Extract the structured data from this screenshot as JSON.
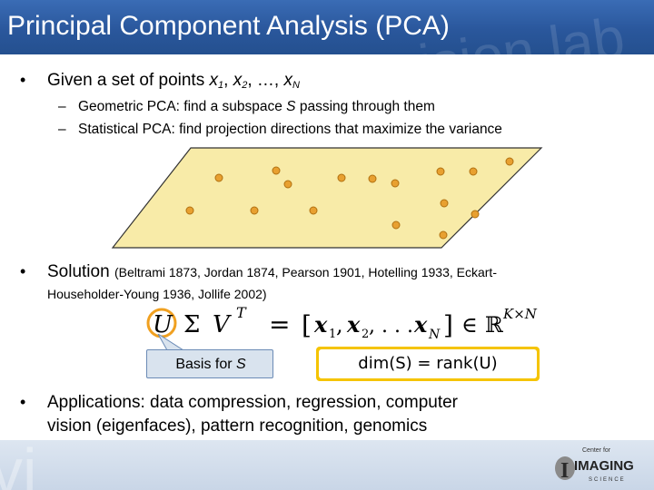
{
  "title": "Principal Component Analysis (PCA)",
  "watermark": "vision lab",
  "bullets": {
    "given": {
      "prefix": "Given a set of points ",
      "x": "x",
      "s1": "1",
      "s2": "2",
      "sN": "N",
      "comma": ", ",
      "ellipsis": "…, "
    },
    "geometric": {
      "pre": "Geometric PCA: find a subspace ",
      "S": "S",
      "post": " passing through them"
    },
    "statistical": "Statistical PCA: find projection directions that maximize the variance",
    "solution_label": "Solution ",
    "solution_refs_line1": "(Beltrami 1873, Jordan 1874, Pearson 1901, Hotelling 1933, Eckart-",
    "solution_refs_line2": "Householder-Young 1936, Jollife 2002)",
    "applications_line1": "Applications: data compression, regression, computer",
    "applications_line2": "vision (eigenfaces), pattern recognition, genomics"
  },
  "bullet_glyph": "•",
  "dash_glyph": "–",
  "formula": {
    "U": "U",
    "Sigma": "Σ",
    "V": "V",
    "T": "T",
    "eq": "=",
    "lb": "[",
    "x": "x",
    "sub1": "1",
    "sub2": "2",
    "subN": "N",
    "dots": ", . . . ",
    "rb": "]",
    "in": "∈",
    "R": "ℝ",
    "KxN": "K×N"
  },
  "callout": {
    "pre": "Basis for ",
    "S": "S"
  },
  "rank_eq": "dim(S) = rank(U)",
  "logo": {
    "center_for": "Center for",
    "imaging": "IMAGING",
    "science": "SCIENCE",
    "big_letter": "I"
  },
  "colors": {
    "title_bg": "#2b5aa0",
    "plane_fill": "#f8eba8",
    "point_fill": "#e8a030",
    "point_stroke": "#b07010",
    "highlight_circle": "#f0a020",
    "rank_border": "#f5c400",
    "callout_bg": "#d9e3ee"
  },
  "points_count": 16
}
